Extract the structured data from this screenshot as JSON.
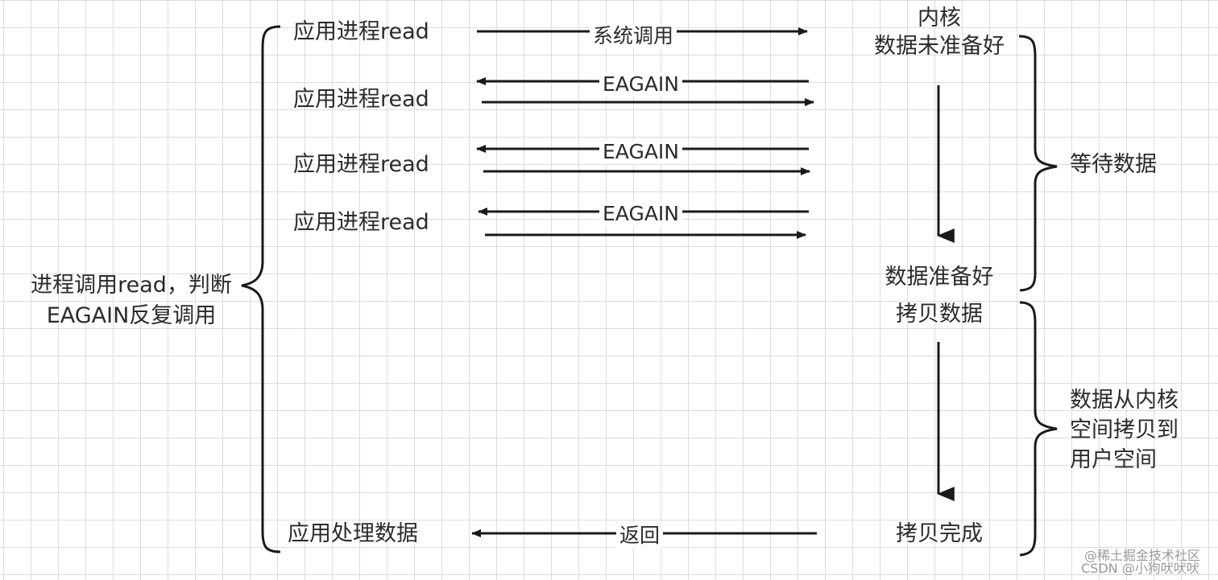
{
  "left_summary": [
    "进程调用read，判断",
    "EAGAIN反复调用"
  ],
  "app_steps": [
    "应用进程read",
    "应用进程read",
    "应用进程read",
    "应用进程read"
  ],
  "app_final": "应用处理数据",
  "arrow_labels": {
    "syscall": "系统调用",
    "eagain_1": "EAGAIN",
    "eagain_2": "EAGAIN",
    "eagain_3": "EAGAIN",
    "return": "返回"
  },
  "kernel": {
    "header": "内核",
    "not_ready": "数据未准备好",
    "ready": "数据准备好",
    "copy_start": "拷贝数据",
    "copy_done": "拷贝完成"
  },
  "phases": {
    "wait": "等待数据",
    "copy": [
      "数据从内核",
      "空间拷贝到",
      "用户空间"
    ]
  },
  "watermark": {
    "line1": "@稀土掘金技术社区",
    "line2": "CSDN @小狗吠吠吠"
  },
  "colors": {
    "line": "#1a1a1a",
    "grid": "#dcdcdc",
    "text": "#2b2b2b"
  }
}
